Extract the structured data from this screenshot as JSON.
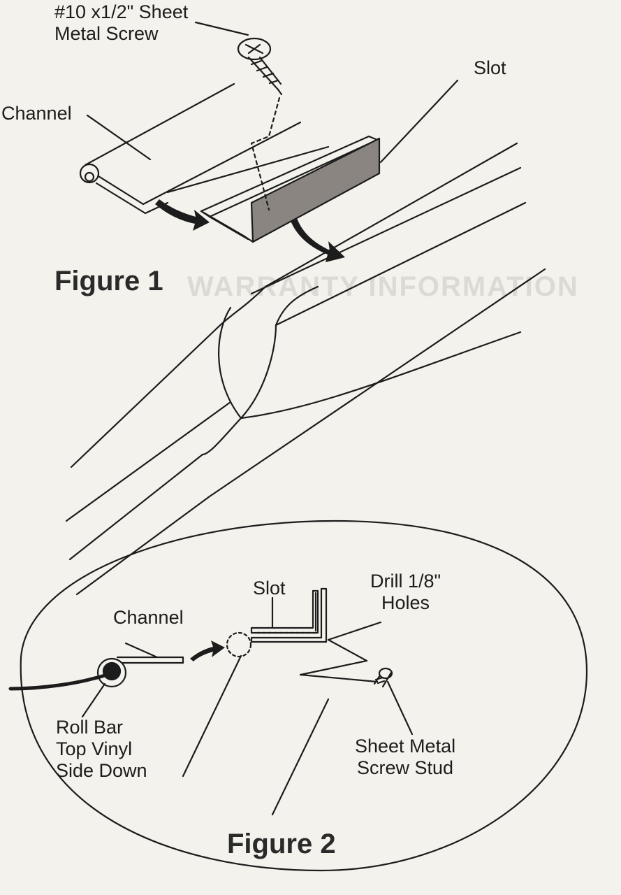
{
  "figure1": {
    "screw_label_line1": "#10 x1/2\" Sheet",
    "screw_label_line2": "Metal Screw",
    "channel_label": "Channel",
    "slot_label": "Slot",
    "title": "Figure 1"
  },
  "figure2": {
    "slot_label": "Slot",
    "drill_label_line1": "Drill 1/8\"",
    "drill_label_line2": "Holes",
    "channel_label": "Channel",
    "rollbar_label_line1": "Roll Bar",
    "rollbar_label_line2": "Top Vinyl",
    "rollbar_label_line3": "Side Down",
    "stud_label_line1": "Sheet Metal",
    "stud_label_line2": "Screw Stud",
    "title": "Figure 2"
  },
  "bleed_through": {
    "heading": "WARRANTY INFORMATION"
  },
  "colors": {
    "ink": "#1c1c1c",
    "paper": "#f4f2ec",
    "slot_fill": "#8a8580"
  }
}
